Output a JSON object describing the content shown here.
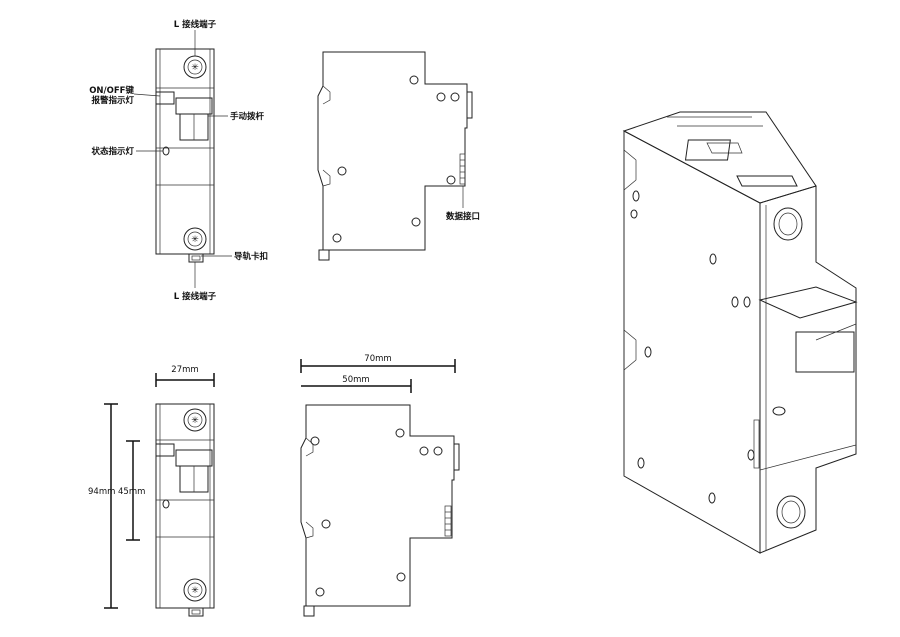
{
  "labels": {
    "terminal_top": "L 接线端子",
    "onoff_key": "ON/OFF键",
    "alarm_indicator": "报警指示灯",
    "manual_lever": "手动拨杆",
    "status_indicator": "状态指示灯",
    "rail_clip": "导轨卡扣",
    "terminal_bottom": "L 接线端子",
    "data_port": "数据接口"
  },
  "dimensions": {
    "width": "27mm",
    "length_total": "70mm",
    "length_partial": "50mm",
    "height_total": "94mm",
    "height_partial": "45mm"
  },
  "colors": {
    "line": "#222222",
    "background": "#ffffff"
  }
}
